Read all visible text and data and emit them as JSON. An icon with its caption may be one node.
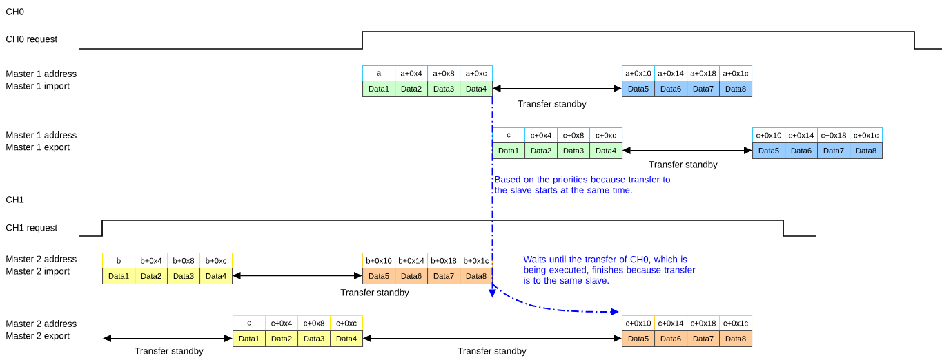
{
  "diagram": {
    "nodes": [
      {
        "text": [
          "a",
          "a+0x4",
          "a+0x8",
          "a+0xc",
          "Data1",
          "Data2",
          "Data3",
          "Data4"
        ]
      },
      {
        "text": [
          "a+0x10",
          "a+0x14",
          "a+0x18",
          "a+0x1c",
          "Data5",
          "Data6",
          "Data7",
          "Data8"
        ]
      },
      {
        "text": [
          "c",
          "c+0x4",
          "c+0x8",
          "c+0xc",
          "Data1",
          "Data2",
          "Data3",
          "Data4"
        ]
      },
      {
        "text": [
          "c+0x10",
          "c+0x14",
          "c+0x18",
          "c+0x1c",
          "Data5",
          "Data6",
          "Data7",
          "Data8"
        ]
      },
      {
        "text": [
          "b",
          "b+0x4",
          "b+0x8",
          "b+0xc",
          "Data1",
          "Data2",
          "Data3",
          "Data4"
        ]
      },
      {
        "text": [
          "b+0x10",
          "b+0x14",
          "b+0x18",
          "b+0x1c",
          "Data5",
          "Data6",
          "Data7",
          "Data8"
        ]
      },
      {
        "text": [
          "c",
          "c+0x4",
          "c+0x8",
          "c+0xc",
          "Data1",
          "Data2",
          "Data3",
          "Data4"
        ]
      },
      {
        "text": [
          "c+0x10",
          "c+0x14",
          "c+0x18",
          "c+0x1c",
          "Data5",
          "Data6",
          "Data7",
          "Data8"
        ]
      }
    ],
    "edges": [
      {
        "from": 0,
        "to": 1,
        "arrow": "both",
        "label": "Transfer standby"
      },
      {
        "from": 2,
        "to": 3,
        "arrow": "both",
        "label": "Transfer standby"
      },
      {
        "from": 4,
        "to": 5,
        "arrow": "both",
        "label": "Transfer standby"
      },
      {
        "from": null,
        "to": 6,
        "arrow": "both",
        "label": "Transfer standby"
      },
      {
        "from": 6,
        "to": 7,
        "arrow": "both",
        "label": "Transfer standby"
      },
      {
        "from": 0,
        "to": 5,
        "arrow": "to",
        "style": "dashed",
        "color": "#0000ff"
      },
      {
        "from": 5,
        "to": 7,
        "arrow": "to",
        "style": "dashed",
        "color": "#0000ff"
      }
    ],
    "labels": [
      "CH0",
      "CH0 request",
      "Master 1 address",
      "Master 1 import",
      "Master 1 address",
      "Master 1 export",
      "Based on the priorities because transfer to the slave starts at the same time.",
      "CH1",
      "CH1 request",
      "Master 2 address",
      "Master 2 import",
      "Waits until the transfer of CH0, which is being executed, finishes because transfer is to the same slave.",
      "Master 2 address",
      "Master 2 export"
    ]
  }
}
